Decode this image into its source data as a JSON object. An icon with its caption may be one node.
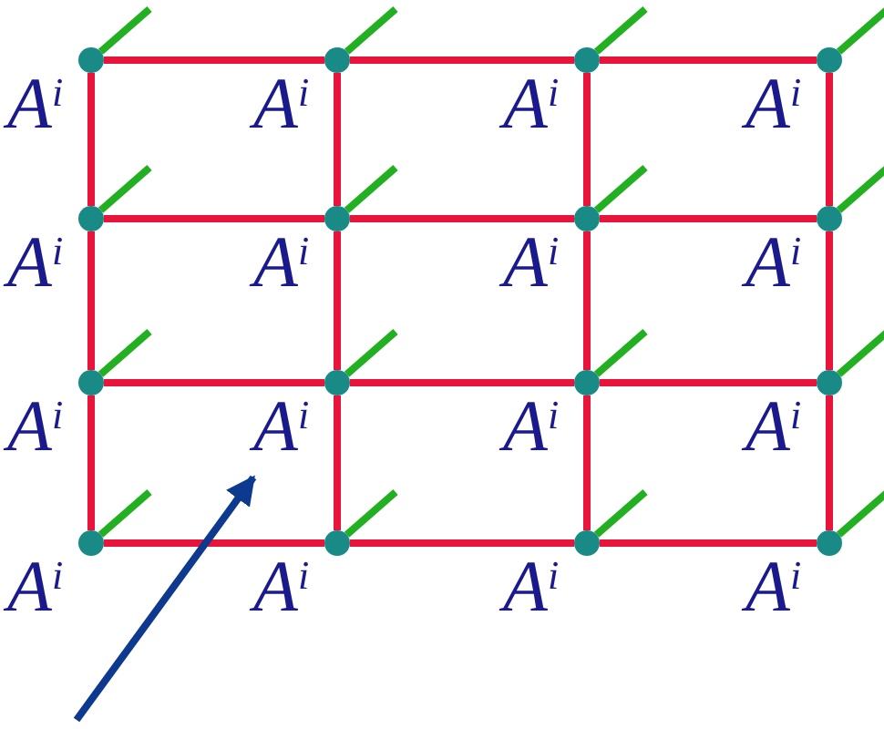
{
  "diagram": {
    "nodes": [
      {
        "text": [],
        "shape": "circle",
        "beside": [
          "A$^{i}$"
        ]
      },
      {
        "text": [],
        "shape": "circle",
        "beside": [
          "A$^{i}$"
        ]
      },
      {
        "text": [],
        "shape": "circle",
        "beside": [
          "A$^{i}$"
        ]
      },
      {
        "text": [],
        "shape": "circle",
        "beside": [
          "A$^{i}$"
        ]
      },
      {
        "text": [],
        "shape": "circle",
        "beside": [
          "A$^{i}$"
        ]
      },
      {
        "text": [],
        "shape": "circle",
        "beside": [
          "A$^{i}$"
        ]
      },
      {
        "text": [],
        "shape": "circle",
        "beside": [
          "A$^{i}$"
        ]
      },
      {
        "text": [],
        "shape": "circle",
        "beside": [
          "A$^{i}$"
        ]
      },
      {
        "text": [],
        "shape": "circle",
        "beside": [
          "A$^{i}$"
        ]
      },
      {
        "text": [],
        "shape": "circle",
        "beside": [
          "A$^{i}$"
        ]
      },
      {
        "text": [],
        "shape": "circle",
        "beside": [
          "A$^{i}$"
        ]
      },
      {
        "text": [],
        "shape": "circle",
        "beside": [
          "A$^{i}$"
        ]
      },
      {
        "text": [],
        "shape": "circle",
        "beside": [
          "A$^{i}$"
        ]
      },
      {
        "text": [],
        "shape": "circle",
        "beside": [
          "A$^{i}$"
        ]
      },
      {
        "text": [],
        "shape": "circle",
        "beside": [
          "A$^{i}$"
        ]
      },
      {
        "text": [],
        "shape": "circle",
        "beside": [
          "A$^{i}$"
        ]
      }
    ],
    "edges": [
      {
        "from": 0,
        "to": 1,
        "arrow": "none"
      },
      {
        "from": 1,
        "to": 2,
        "arrow": "none"
      },
      {
        "from": 2,
        "to": 3,
        "arrow": "none"
      },
      {
        "from": 4,
        "to": 5,
        "arrow": "none"
      },
      {
        "from": 5,
        "to": 6,
        "arrow": "none"
      },
      {
        "from": 6,
        "to": 7,
        "arrow": "none"
      },
      {
        "from": 8,
        "to": 9,
        "arrow": "none"
      },
      {
        "from": 9,
        "to": 10,
        "arrow": "none"
      },
      {
        "from": 10,
        "to": 11,
        "arrow": "none"
      },
      {
        "from": 12,
        "to": 13,
        "arrow": "none"
      },
      {
        "from": 13,
        "to": 14,
        "arrow": "none"
      },
      {
        "from": 14,
        "to": 15,
        "arrow": "none"
      },
      {
        "from": 0,
        "to": 4,
        "arrow": "none"
      },
      {
        "from": 4,
        "to": 8,
        "arrow": "none"
      },
      {
        "from": 8,
        "to": 12,
        "arrow": "none"
      },
      {
        "from": 1,
        "to": 5,
        "arrow": "none"
      },
      {
        "from": 5,
        "to": 9,
        "arrow": "none"
      },
      {
        "from": 9,
        "to": 13,
        "arrow": "none"
      },
      {
        "from": 2,
        "to": 6,
        "arrow": "none"
      },
      {
        "from": 6,
        "to": 10,
        "arrow": "none"
      },
      {
        "from": 10,
        "to": 14,
        "arrow": "none"
      },
      {
        "from": 3,
        "to": 7,
        "arrow": "none"
      },
      {
        "from": 7,
        "to": 11,
        "arrow": "none"
      },
      {
        "from": 11,
        "to": 15,
        "arrow": "none"
      },
      {
        "from": 0,
        "to": null,
        "arrow": "none",
        "color": "#22b022"
      },
      {
        "from": 1,
        "to": null,
        "arrow": "none",
        "color": "#22b022"
      },
      {
        "from": 2,
        "to": null,
        "arrow": "none",
        "color": "#22b022"
      },
      {
        "from": 3,
        "to": null,
        "arrow": "none",
        "color": "#22b022"
      },
      {
        "from": 4,
        "to": null,
        "arrow": "none",
        "color": "#22b022"
      },
      {
        "from": 5,
        "to": null,
        "arrow": "none",
        "color": "#22b022"
      },
      {
        "from": 6,
        "to": null,
        "arrow": "none",
        "color": "#22b022"
      },
      {
        "from": 7,
        "to": null,
        "arrow": "none",
        "color": "#22b022"
      },
      {
        "from": 8,
        "to": null,
        "arrow": "none",
        "color": "#22b022"
      },
      {
        "from": 9,
        "to": null,
        "arrow": "none",
        "color": "#22b022"
      },
      {
        "from": 10,
        "to": null,
        "arrow": "none",
        "color": "#22b022"
      },
      {
        "from": 11,
        "to": null,
        "arrow": "none",
        "color": "#22b022"
      },
      {
        "from": 12,
        "to": null,
        "arrow": "none",
        "color": "#22b022"
      },
      {
        "from": 13,
        "to": null,
        "arrow": "none",
        "color": "#22b022"
      },
      {
        "from": 14,
        "to": null,
        "arrow": "none",
        "color": "#22b022"
      },
      {
        "from": 15,
        "to": null,
        "arrow": "none",
        "color": "#22b022"
      },
      {
        "from": null,
        "to": 9,
        "arrow": "to",
        "color": "#0d3a8f"
      }
    ]
  }
}
